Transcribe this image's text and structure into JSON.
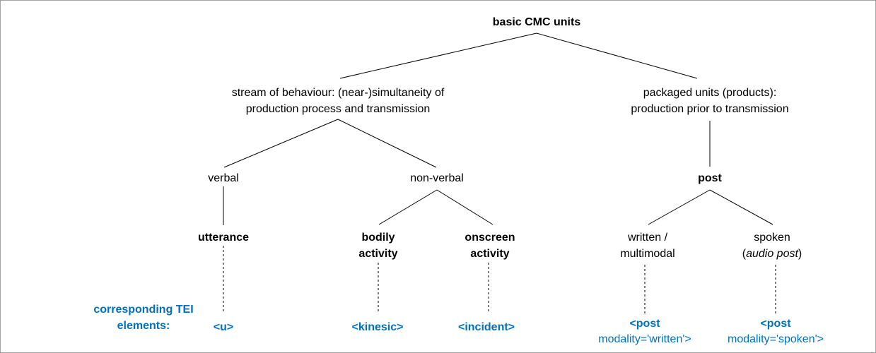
{
  "colors": {
    "accent": "#0070C0",
    "line": "#000000",
    "frame": "#a2a2a2"
  },
  "nodes": {
    "root": "basic CMC units",
    "stream": {
      "line1": "stream of behaviour: (near-)simultaneity of",
      "line2": "production process and transmission"
    },
    "packaged": {
      "line1": "packaged units (products):",
      "line2": "production prior to transmission"
    },
    "verbal": "verbal",
    "nonverbal": "non-verbal",
    "post": "post",
    "utterance": "utterance",
    "bodily": {
      "line1": "bodily",
      "line2": "activity"
    },
    "onscreen": {
      "line1": "onscreen",
      "line2": "activity"
    },
    "written": {
      "line1": "written /",
      "line2": "multimodal"
    },
    "spoken": {
      "line1": "spoken",
      "paren_open": "(",
      "italic": "audio post",
      "paren_close": ")"
    }
  },
  "tei": {
    "label": {
      "line1": "corresponding TEI",
      "line2": "elements:"
    },
    "tags": {
      "u": "<u>",
      "kinesic": "<kinesic>",
      "incident": "<incident>",
      "post_written": {
        "line1": "<post",
        "line2": "modality='written'>"
      },
      "post_spoken": {
        "line1": "<post",
        "line2": "modality='spoken'>"
      }
    }
  }
}
